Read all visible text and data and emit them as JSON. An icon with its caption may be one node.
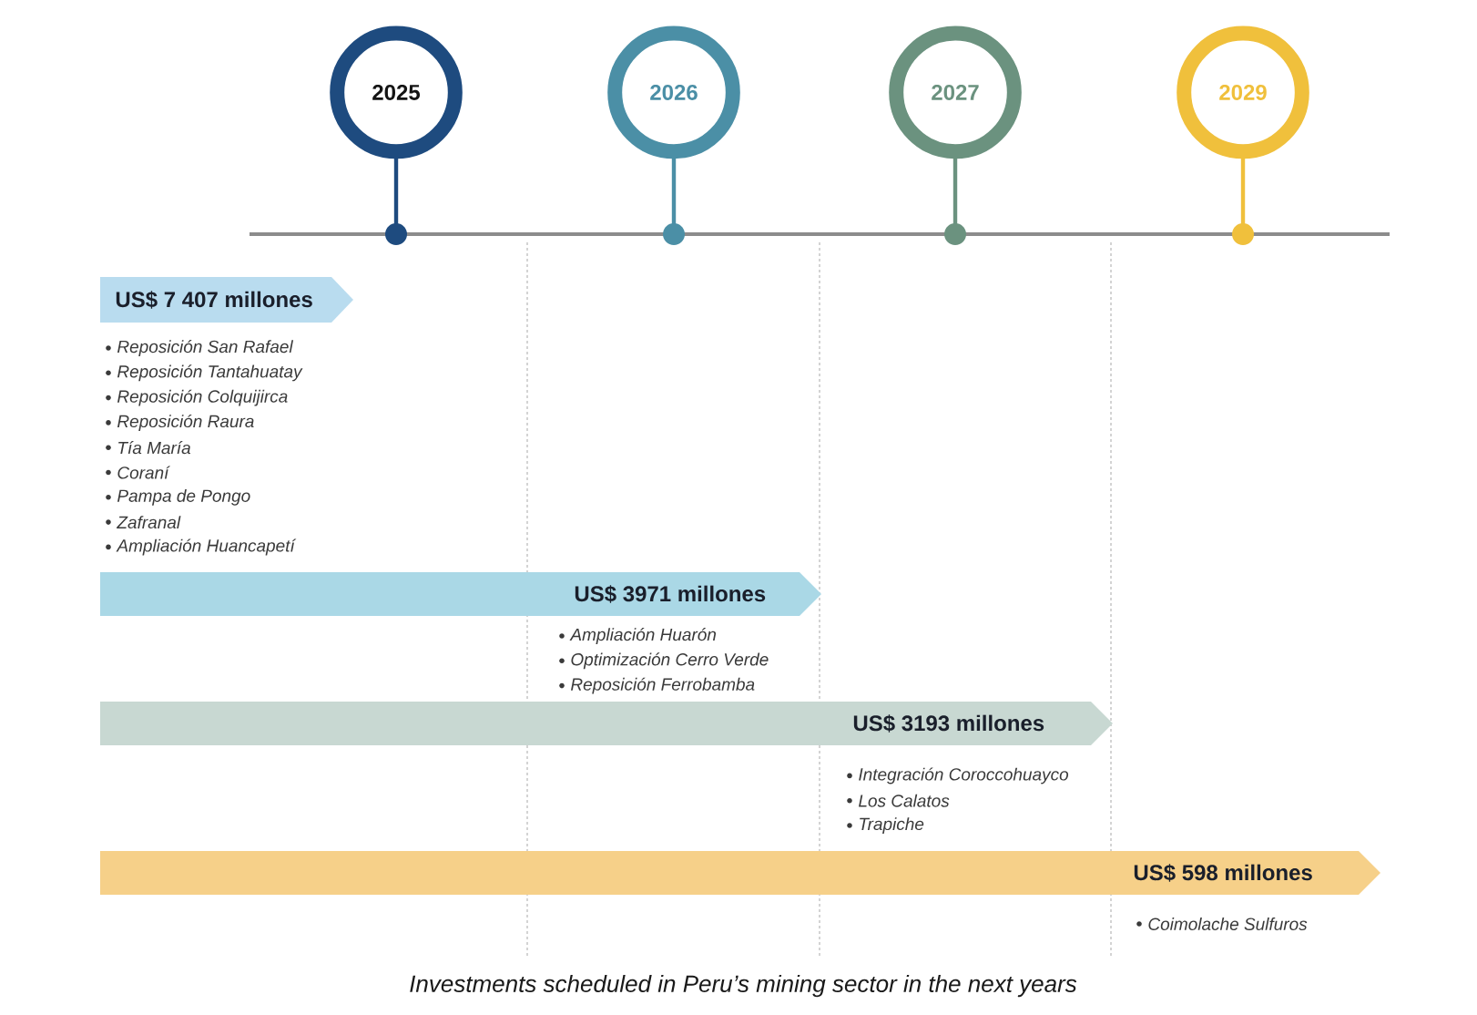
{
  "diagram": {
    "caption": "Investments scheduled in Peru’s mining sector in the next years",
    "nodes": [
      {
        "text": [
          "2025"
        ]
      },
      {
        "text": [
          "2026"
        ]
      },
      {
        "text": [
          "2027"
        ]
      },
      {
        "text": [
          "2029"
        ]
      },
      {
        "text": [
          "US$ 7 407 millones"
        ],
        "beside": [
          "Reposición San Rafael",
          "Reposición Tantahuatay",
          "Reposición Colquijirca",
          "Reposición Raura",
          "Tía María",
          "Coraní",
          "Pampa de Pongo",
          "Zafranal",
          "Ampliación Huancapetí"
        ]
      },
      {
        "text": [
          "US$ 3971 millones"
        ],
        "beside": [
          "Ampliación Huarón",
          "Optimización Cerro Verde",
          "Reposición Ferrobamba"
        ]
      },
      {
        "text": [
          "US$ 3193 millones"
        ],
        "beside": [
          "Integración Coroccohuayco",
          "Los Calatos",
          "Trapiche"
        ]
      },
      {
        "text": [
          "US$ 598 millones"
        ],
        "beside": [
          "Coimolache Sulfuros"
        ]
      }
    ]
  }
}
